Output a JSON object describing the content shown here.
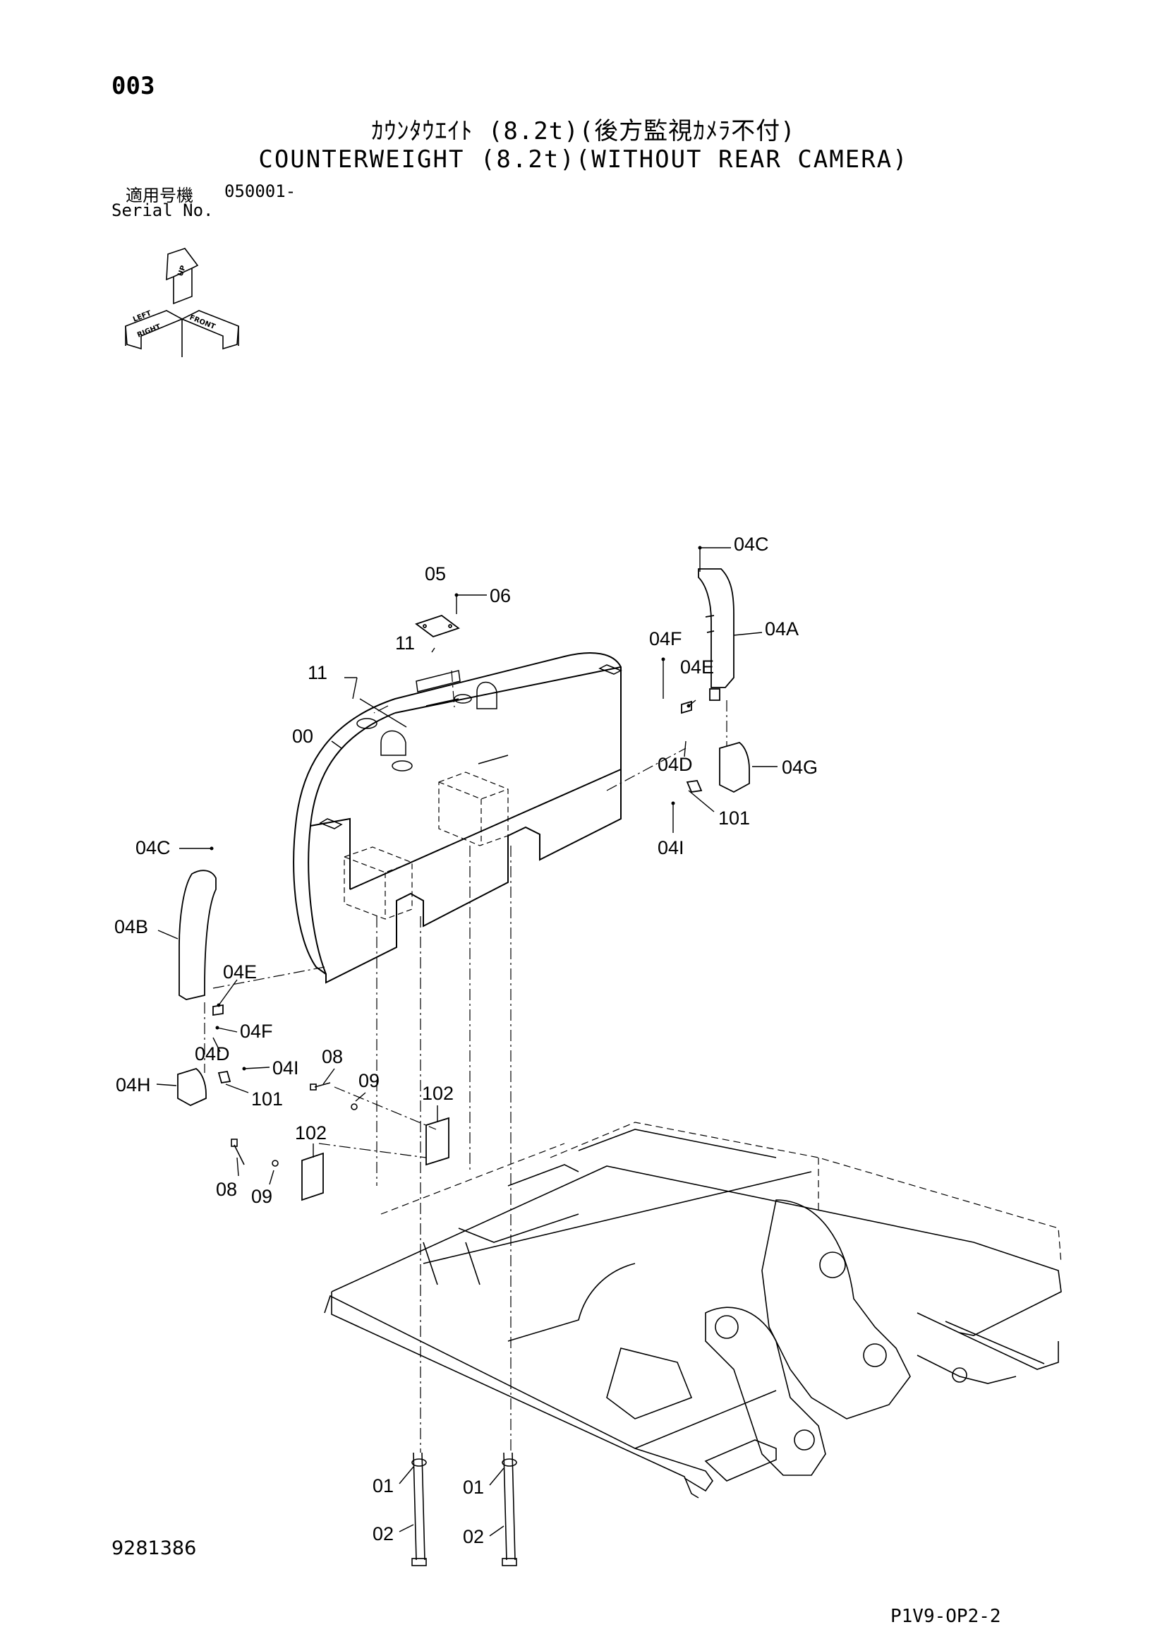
{
  "header": {
    "page_number": "003",
    "title_jp": "ｶｳﾝﾀｳｴｲﾄ (8.2t)(後方監視ｶﾒﾗ不付)",
    "title_en": "COUNTERWEIGHT (8.2t)(WITHOUT REAR CAMERA)",
    "serial_label_jp": "適用号機",
    "serial_value": "050001-",
    "serial_label_en": "Serial No."
  },
  "orientation": {
    "up": "UP",
    "left": "LEFT",
    "right": "RIGHT",
    "front": "FRONT"
  },
  "callouts": {
    "c05": "05",
    "c06": "06",
    "c11a": "11",
    "c11b": "11",
    "c00": "00",
    "c04C_top": "04C",
    "c04A": "04A",
    "c04F_right": "04F",
    "c04E_right": "04E",
    "c04D_right": "04D",
    "c04G": "04G",
    "c101_right": "101",
    "c04I_right": "04I",
    "c04C_left": "04C",
    "c04B": "04B",
    "c04E_left": "04E",
    "c04F_left": "04F",
    "c04D_left": "04D",
    "c04I_left": "04I",
    "c04H": "04H",
    "c101_left": "101",
    "c08a": "08",
    "c09a": "09",
    "c102a": "102",
    "c102b": "102",
    "c08b": "08",
    "c09b": "09",
    "c01a": "01",
    "c01b": "01",
    "c02a": "02",
    "c02b": "02"
  },
  "footer": {
    "drawing_number": "9281386",
    "sheet_ref": "P1V9-OP2-2"
  },
  "colors": {
    "ink": "#000000",
    "paper": "#ffffff"
  }
}
